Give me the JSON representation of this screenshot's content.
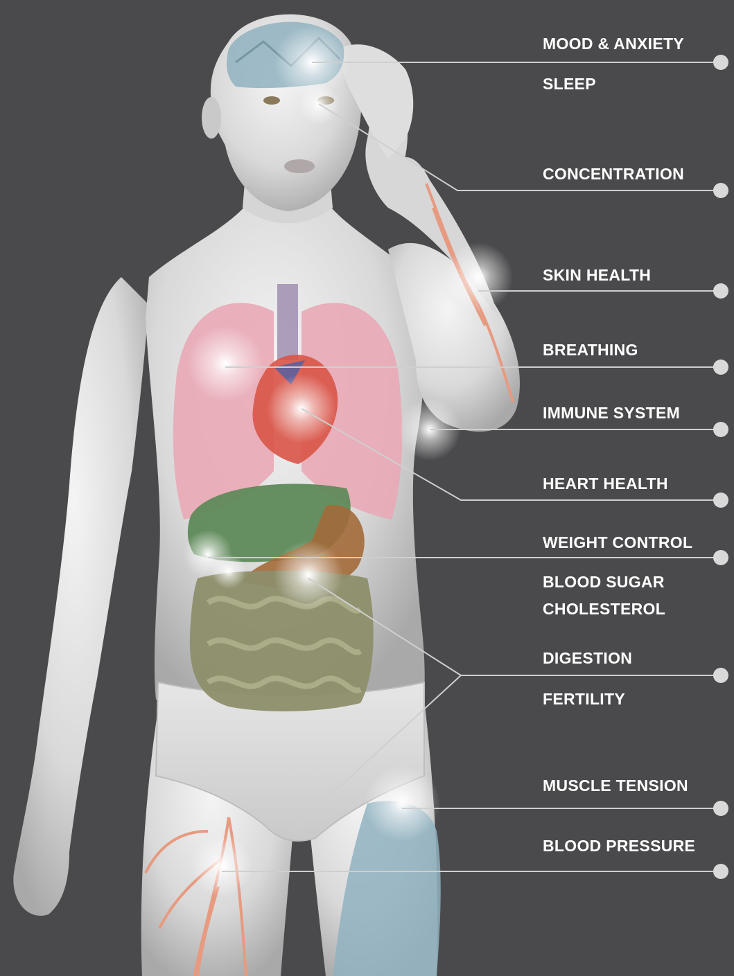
{
  "labels": [
    {
      "id": "mood",
      "text": "MOOD & ANXIETY"
    },
    {
      "id": "sleep",
      "text": "SLEEP"
    },
    {
      "id": "concentration",
      "text": "CONCENTRATION"
    },
    {
      "id": "skin",
      "text": "SKIN HEALTH"
    },
    {
      "id": "breathing",
      "text": "BREATHING"
    },
    {
      "id": "immune",
      "text": "IMMUNE SYSTEM"
    },
    {
      "id": "heart",
      "text": "HEART HEALTH"
    },
    {
      "id": "weight",
      "text": "WEIGHT CONTROL"
    },
    {
      "id": "blood_sugar",
      "text": "BLOOD SUGAR"
    },
    {
      "id": "cholesterol",
      "text": "CHOLESTEROL"
    },
    {
      "id": "digestion",
      "text": "DIGESTION"
    },
    {
      "id": "fertility",
      "text": "FERTILITY"
    },
    {
      "id": "muscle",
      "text": "MUSCLE TENSION"
    },
    {
      "id": "blood_pressure",
      "text": "BLOOD PRESSURE"
    }
  ],
  "colors": {
    "background": "#4a4a4c",
    "body": "#dcdcdc",
    "lungs": "#e9a9b5",
    "liver": "#5f8a5a",
    "stomach": "#a36a3a",
    "intestines": "#8d8e6a",
    "brain": "#8fb1bf",
    "vessels": "#e79a80",
    "leader_line": "#cfcfcf",
    "label_text": "#ffffff"
  }
}
